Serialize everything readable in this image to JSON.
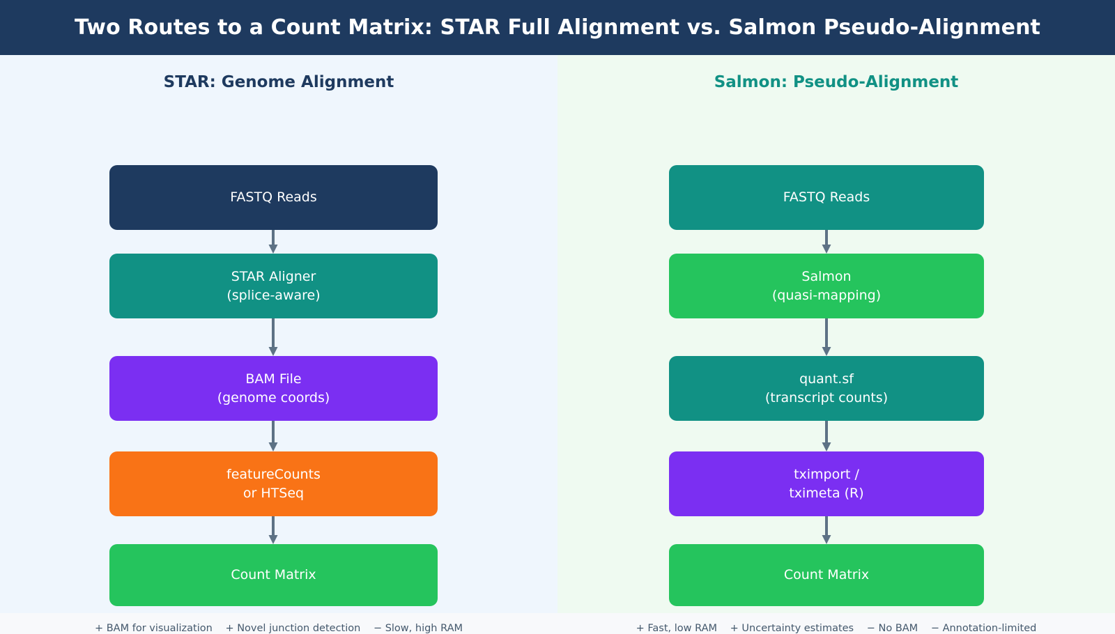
{
  "header": {
    "title": "Two Routes to a Count Matrix: STAR Full Alignment vs. Salmon Pseudo-Alignment",
    "background_color": "#1e3a5f",
    "text_color": "#ffffff"
  },
  "palette": {
    "navy": "#1e3a5f",
    "teal": "#119184",
    "green": "#25c45d",
    "purple": "#7b2ff2",
    "orange": "#f97316",
    "arrow": "#5d7285",
    "panel_left_bg": "#eff6fd",
    "panel_right_bg": "#effaf1",
    "page_bg": "#f8f9fb",
    "footer_text": "#44586c"
  },
  "panels": [
    {
      "id": "star",
      "title": "STAR: Genome Alignment",
      "title_color": "#1e3a5f",
      "background_color": "#eff6fd",
      "nodes": [
        {
          "line1": "FASTQ Reads",
          "line2": "",
          "color": "navy"
        },
        {
          "line1": "STAR Aligner",
          "line2": "(splice-aware)",
          "color": "teal"
        },
        {
          "line1": "BAM File",
          "line2": "(genome coords)",
          "color": "purple"
        },
        {
          "line1": "featureCounts",
          "line2": "or HTSeq",
          "color": "orange"
        },
        {
          "line1": "Count Matrix",
          "line2": "",
          "color": "green"
        }
      ],
      "footer": [
        "+ BAM for visualization",
        "+ Novel junction detection",
        "− Slow, high RAM"
      ]
    },
    {
      "id": "salmon",
      "title": "Salmon: Pseudo-Alignment",
      "title_color": "#119184",
      "background_color": "#effaf1",
      "nodes": [
        {
          "line1": "FASTQ Reads",
          "line2": "",
          "color": "teal"
        },
        {
          "line1": "Salmon",
          "line2": "(quasi-mapping)",
          "color": "green"
        },
        {
          "line1": "quant.sf",
          "line2": "(transcript counts)",
          "color": "teal"
        },
        {
          "line1": "tximport /",
          "line2": "tximeta (R)",
          "color": "purple"
        },
        {
          "line1": "Count Matrix",
          "line2": "",
          "color": "green"
        }
      ],
      "footer": [
        "+ Fast, low RAM",
        "+ Uncertainty estimates",
        "− No BAM",
        "− Annotation-limited"
      ]
    }
  ]
}
